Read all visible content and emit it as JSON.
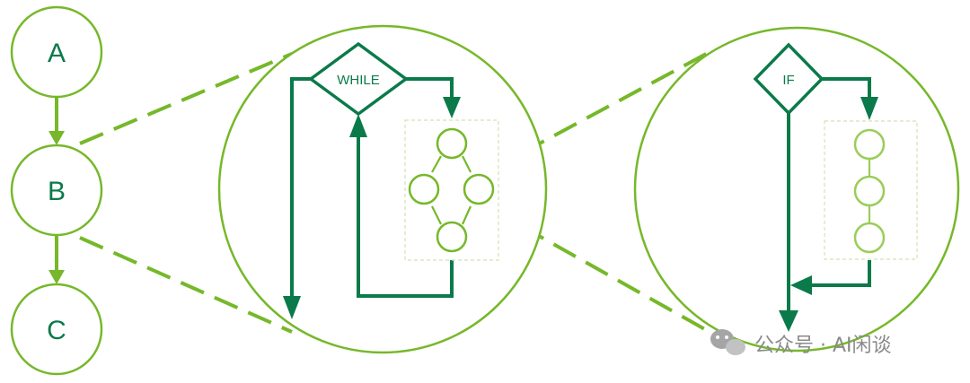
{
  "nodes": {
    "a": "A",
    "b": "B",
    "c": "C"
  },
  "while_block": {
    "keyword": "WHILE"
  },
  "if_block": {
    "keyword": "IF"
  },
  "watermark": {
    "text": "公众号 · AI闲谈",
    "icon": "wechat-icon"
  },
  "colors": {
    "light_green": "#76b82a",
    "dark_green": "#0b7a4a",
    "pale_green": "#9acd5a",
    "dashed_box": "#d2e2b0",
    "watermark_gray": "#8a8a8a"
  }
}
